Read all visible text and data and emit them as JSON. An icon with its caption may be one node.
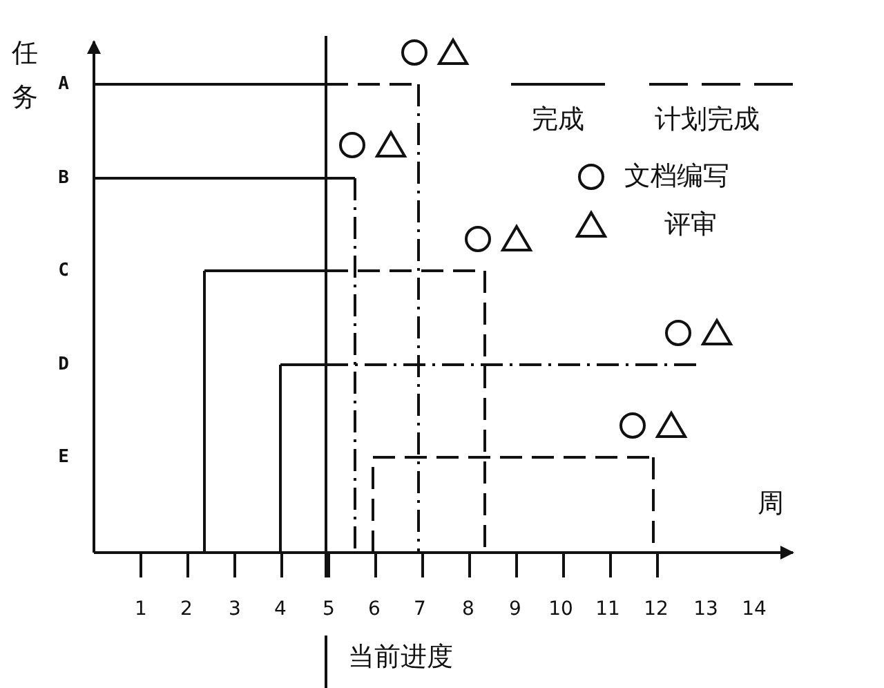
{
  "diagram": {
    "labels": [
      "任务",
      "A",
      "B",
      "C",
      "D",
      "E",
      "周",
      "1",
      "2",
      "3",
      "4",
      "5",
      "6",
      "7",
      "8",
      "9",
      "10",
      "11",
      "12",
      "13",
      "14",
      "当前进度"
    ],
    "legend": [
      {
        "text": "完成"
      },
      {
        "text": "计划完成"
      },
      {
        "text": "文档编写"
      },
      {
        "text": "评审"
      }
    ]
  }
}
